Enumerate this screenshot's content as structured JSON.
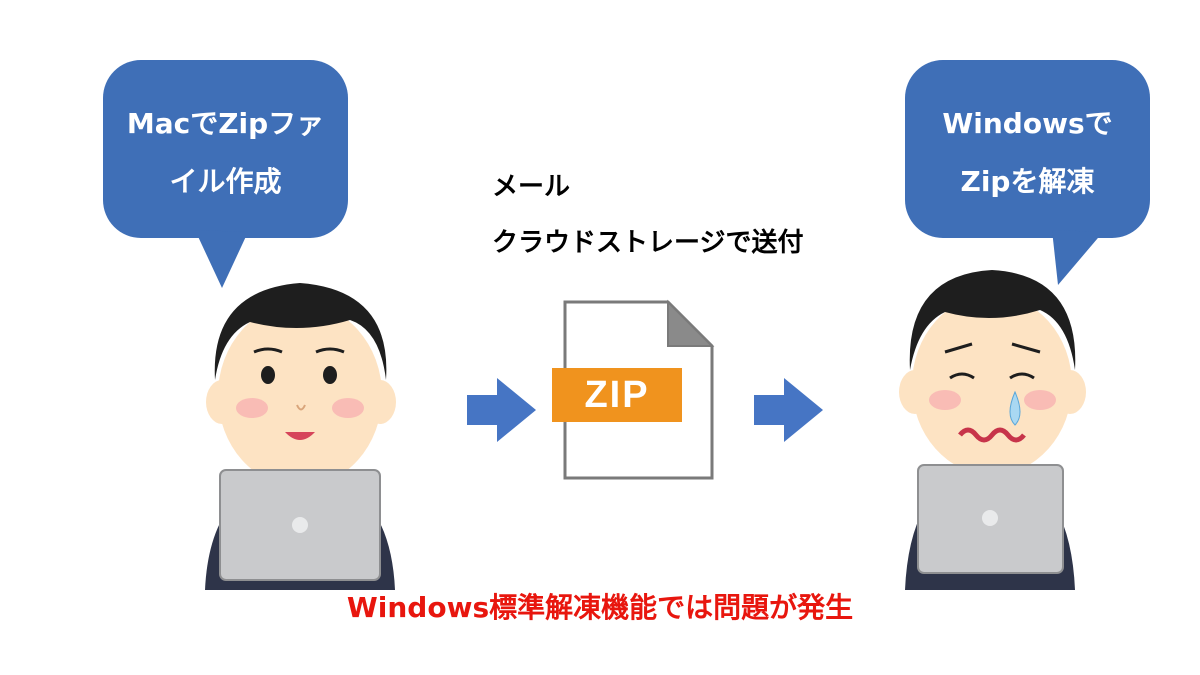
{
  "left_bubble": {
    "line1": "MacでZipファ",
    "line2": "イル作成"
  },
  "right_bubble": {
    "line1": "Windowsで",
    "line2": "Zipを解凍"
  },
  "transfer": {
    "line1": "メール",
    "line2": "クラウドストレージで送付"
  },
  "file_icon": {
    "label": "ZIP"
  },
  "warning": {
    "text": "Windows標準解凍機能では問題が発生"
  },
  "colors": {
    "bubble": "#3f6fb7",
    "arrow": "#4675c4",
    "zip_badge": "#f0931e",
    "warning_text": "#e8160e",
    "skin": "#fde3c3",
    "hair": "#1e1e1e",
    "suit": "#2e3449",
    "laptop": "#c9cacc"
  },
  "icons": [
    "left-speech-bubble",
    "right-speech-bubble",
    "happy-person",
    "crying-person",
    "zip-file-icon",
    "right-arrow-icon"
  ]
}
